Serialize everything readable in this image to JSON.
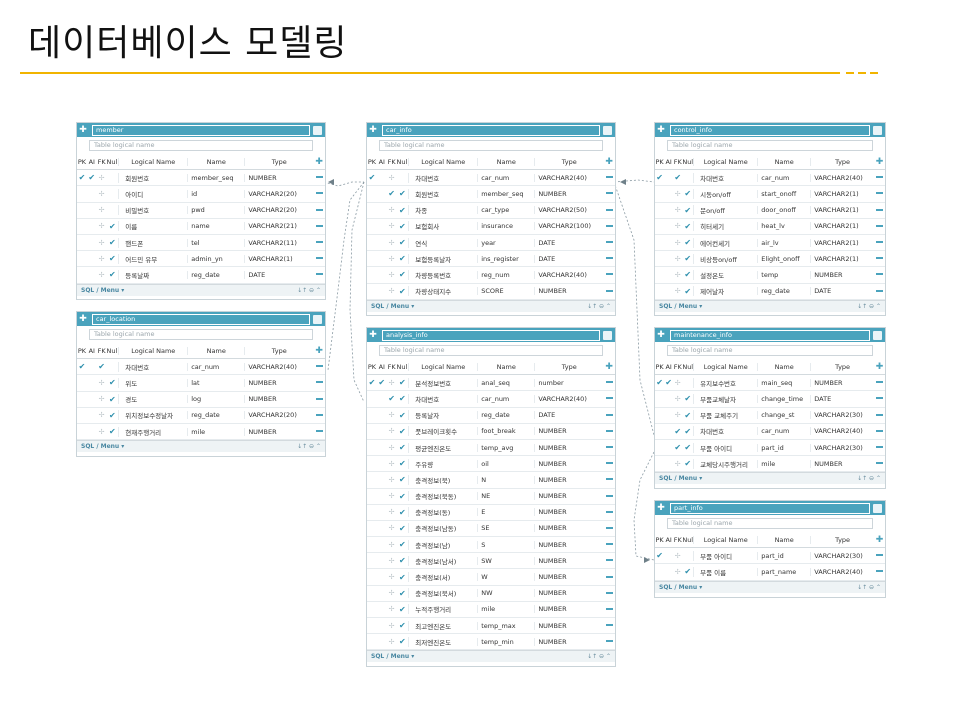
{
  "slide": {
    "title": "데이터베이스 모델링"
  },
  "table_ui": {
    "logical_placeholder": "Table logical name",
    "col_pk": "PK",
    "col_ai": "AI",
    "col_fk": "FK",
    "col_null": "Null",
    "col_logical": "Logical Name",
    "col_name": "Name",
    "col_type": "Type",
    "footer_menu": "SQL / Menu ▾",
    "footer_icons": "↓↑ ⊖ ⌃"
  },
  "tables": [
    {
      "name": "member",
      "rows": [
        {
          "pk": true,
          "ai": true,
          "fk": false,
          "nn": false,
          "logical": "회원번호",
          "name": "member_seq",
          "type": "NUMBER"
        },
        {
          "pk": false,
          "ai": false,
          "fk": false,
          "nn": false,
          "logical": "아이디",
          "name": "id",
          "type": "VARCHAR2(20)"
        },
        {
          "pk": false,
          "ai": false,
          "fk": false,
          "nn": false,
          "logical": "비밀번호",
          "name": "pwd",
          "type": "VARCHAR2(20)"
        },
        {
          "pk": false,
          "ai": false,
          "fk": false,
          "nn": true,
          "logical": "이름",
          "name": "name",
          "type": "VARCHAR2(21)"
        },
        {
          "pk": false,
          "ai": false,
          "fk": false,
          "nn": true,
          "logical": "핸드폰",
          "name": "tel",
          "type": "VARCHAR2(11)"
        },
        {
          "pk": false,
          "ai": false,
          "fk": false,
          "nn": true,
          "logical": "어드민 유무",
          "name": "admin_yn",
          "type": "VARCHAR2(1)"
        },
        {
          "pk": false,
          "ai": false,
          "fk": false,
          "nn": true,
          "logical": "등록날짜",
          "name": "reg_date",
          "type": "DATE"
        }
      ]
    },
    {
      "name": "car_location",
      "rows": [
        {
          "pk": true,
          "ai": false,
          "fk": true,
          "nn": false,
          "logical": "차대번호",
          "name": "car_num",
          "type": "VARCHAR2(40)"
        },
        {
          "pk": false,
          "ai": false,
          "fk": false,
          "nn": true,
          "logical": "위도",
          "name": "lat",
          "type": "NUMBER"
        },
        {
          "pk": false,
          "ai": false,
          "fk": false,
          "nn": true,
          "logical": "경도",
          "name": "log",
          "type": "NUMBER"
        },
        {
          "pk": false,
          "ai": false,
          "fk": false,
          "nn": true,
          "logical": "위치정보수정날자",
          "name": "reg_date",
          "type": "VARCHAR2(20)"
        },
        {
          "pk": false,
          "ai": false,
          "fk": false,
          "nn": true,
          "logical": "현재주행거리",
          "name": "mile",
          "type": "NUMBER"
        }
      ]
    },
    {
      "name": "car_info",
      "rows": [
        {
          "pk": true,
          "ai": false,
          "fk": false,
          "nn": false,
          "logical": "차대번호",
          "name": "car_num",
          "type": "VARCHAR2(40)"
        },
        {
          "pk": false,
          "ai": false,
          "fk": true,
          "nn": true,
          "logical": "회원번호",
          "name": "member_seq",
          "type": "NUMBER"
        },
        {
          "pk": false,
          "ai": false,
          "fk": false,
          "nn": true,
          "logical": "차종",
          "name": "car_type",
          "type": "VARCHAR2(50)"
        },
        {
          "pk": false,
          "ai": false,
          "fk": false,
          "nn": true,
          "logical": "보험회사",
          "name": "insurance",
          "type": "VARCHAR2(100)"
        },
        {
          "pk": false,
          "ai": false,
          "fk": false,
          "nn": true,
          "logical": "연식",
          "name": "year",
          "type": "DATE"
        },
        {
          "pk": false,
          "ai": false,
          "fk": false,
          "nn": true,
          "logical": "보험등록날자",
          "name": "ins_register",
          "type": "DATE"
        },
        {
          "pk": false,
          "ai": false,
          "fk": false,
          "nn": true,
          "logical": "차량등록번호",
          "name": "reg_num",
          "type": "VARCHAR2(40)"
        },
        {
          "pk": false,
          "ai": false,
          "fk": false,
          "nn": true,
          "logical": "차량상태지수",
          "name": "SCORE",
          "type": "NUMBER"
        }
      ]
    },
    {
      "name": "analysis_info",
      "rows": [
        {
          "pk": true,
          "ai": true,
          "fk": false,
          "nn": true,
          "logical": "분석정보번호",
          "name": "anal_seq",
          "type": "number"
        },
        {
          "pk": false,
          "ai": false,
          "fk": true,
          "nn": true,
          "logical": "차대번호",
          "name": "car_num",
          "type": "VARCHAR2(40)"
        },
        {
          "pk": false,
          "ai": false,
          "fk": false,
          "nn": true,
          "logical": "등록날자",
          "name": "reg_date",
          "type": "DATE"
        },
        {
          "pk": false,
          "ai": false,
          "fk": false,
          "nn": true,
          "logical": "풋브레이크횟수",
          "name": "foot_break",
          "type": "NUMBER"
        },
        {
          "pk": false,
          "ai": false,
          "fk": false,
          "nn": true,
          "logical": "평균엔진온도",
          "name": "temp_avg",
          "type": "NUMBER"
        },
        {
          "pk": false,
          "ai": false,
          "fk": false,
          "nn": true,
          "logical": "주유량",
          "name": "oil",
          "type": "NUMBER"
        },
        {
          "pk": false,
          "ai": false,
          "fk": false,
          "nn": true,
          "logical": "충격정보(북)",
          "name": "N",
          "type": "NUMBER"
        },
        {
          "pk": false,
          "ai": false,
          "fk": false,
          "nn": true,
          "logical": "충격정보(북동)",
          "name": "NE",
          "type": "NUMBER"
        },
        {
          "pk": false,
          "ai": false,
          "fk": false,
          "nn": true,
          "logical": "충격정보(동)",
          "name": "E",
          "type": "NUMBER"
        },
        {
          "pk": false,
          "ai": false,
          "fk": false,
          "nn": true,
          "logical": "충격정보(남동)",
          "name": "SE",
          "type": "NUMBER"
        },
        {
          "pk": false,
          "ai": false,
          "fk": false,
          "nn": true,
          "logical": "충격정보(남)",
          "name": "S",
          "type": "NUMBER"
        },
        {
          "pk": false,
          "ai": false,
          "fk": false,
          "nn": true,
          "logical": "충격정보(남서)",
          "name": "SW",
          "type": "NUMBER"
        },
        {
          "pk": false,
          "ai": false,
          "fk": false,
          "nn": true,
          "logical": "충격정보(서)",
          "name": "W",
          "type": "NUMBER"
        },
        {
          "pk": false,
          "ai": false,
          "fk": false,
          "nn": true,
          "logical": "충격정보(북서)",
          "name": "NW",
          "type": "NUMBER"
        },
        {
          "pk": false,
          "ai": false,
          "fk": false,
          "nn": true,
          "logical": "누적주행거리",
          "name": "mile",
          "type": "NUMBER"
        },
        {
          "pk": false,
          "ai": false,
          "fk": false,
          "nn": true,
          "logical": "최고엔진온도",
          "name": "temp_max",
          "type": "NUMBER"
        },
        {
          "pk": false,
          "ai": false,
          "fk": false,
          "nn": true,
          "logical": "최저엔진온도",
          "name": "temp_min",
          "type": "NUMBER"
        }
      ]
    },
    {
      "name": "control_info",
      "rows": [
        {
          "pk": true,
          "ai": false,
          "fk": true,
          "nn": false,
          "logical": "차대번호",
          "name": "car_num",
          "type": "VARCHAR2(40)"
        },
        {
          "pk": false,
          "ai": false,
          "fk": false,
          "nn": true,
          "logical": "시동on/off",
          "name": "start_onoff",
          "type": "VARCHAR2(1)"
        },
        {
          "pk": false,
          "ai": false,
          "fk": false,
          "nn": true,
          "logical": "문on/off",
          "name": "door_onoff",
          "type": "VARCHAR2(1)"
        },
        {
          "pk": false,
          "ai": false,
          "fk": false,
          "nn": true,
          "logical": "히터세기",
          "name": "heat_lv",
          "type": "VARCHAR2(1)"
        },
        {
          "pk": false,
          "ai": false,
          "fk": false,
          "nn": true,
          "logical": "에어컨세기",
          "name": "air_lv",
          "type": "VARCHAR2(1)"
        },
        {
          "pk": false,
          "ai": false,
          "fk": false,
          "nn": true,
          "logical": "비상등on/off",
          "name": "Elight_onoff",
          "type": "VARCHAR2(1)"
        },
        {
          "pk": false,
          "ai": false,
          "fk": false,
          "nn": true,
          "logical": "설정온도",
          "name": "temp",
          "type": "NUMBER"
        },
        {
          "pk": false,
          "ai": false,
          "fk": false,
          "nn": true,
          "logical": "제어날자",
          "name": "reg_date",
          "type": "DATE"
        }
      ]
    },
    {
      "name": "maintenance_info",
      "rows": [
        {
          "pk": true,
          "ai": true,
          "fk": false,
          "nn": false,
          "logical": "유지보수번호",
          "name": "main_seq",
          "type": "NUMBER"
        },
        {
          "pk": false,
          "ai": false,
          "fk": false,
          "nn": true,
          "logical": "부품교체날자",
          "name": "change_time",
          "type": "DATE"
        },
        {
          "pk": false,
          "ai": false,
          "fk": false,
          "nn": true,
          "logical": "부품 교체주기",
          "name": "change_st",
          "type": "VARCHAR2(30)"
        },
        {
          "pk": false,
          "ai": false,
          "fk": true,
          "nn": true,
          "logical": "차대번호",
          "name": "car_num",
          "type": "VARCHAR2(40)"
        },
        {
          "pk": false,
          "ai": false,
          "fk": true,
          "nn": true,
          "logical": "부품 아이디",
          "name": "part_id",
          "type": "VARCHAR2(30)"
        },
        {
          "pk": false,
          "ai": false,
          "fk": false,
          "nn": true,
          "logical": "교체당시주행거리",
          "name": "mile",
          "type": "NUMBER"
        }
      ]
    },
    {
      "name": "part_info",
      "rows": [
        {
          "pk": true,
          "ai": false,
          "fk": false,
          "nn": false,
          "logical": "부품 아이디",
          "name": "part_id",
          "type": "VARCHAR2(30)"
        },
        {
          "pk": false,
          "ai": false,
          "fk": false,
          "nn": true,
          "logical": "부품 이름",
          "name": "part_name",
          "type": "VARCHAR2(40)"
        }
      ]
    }
  ]
}
